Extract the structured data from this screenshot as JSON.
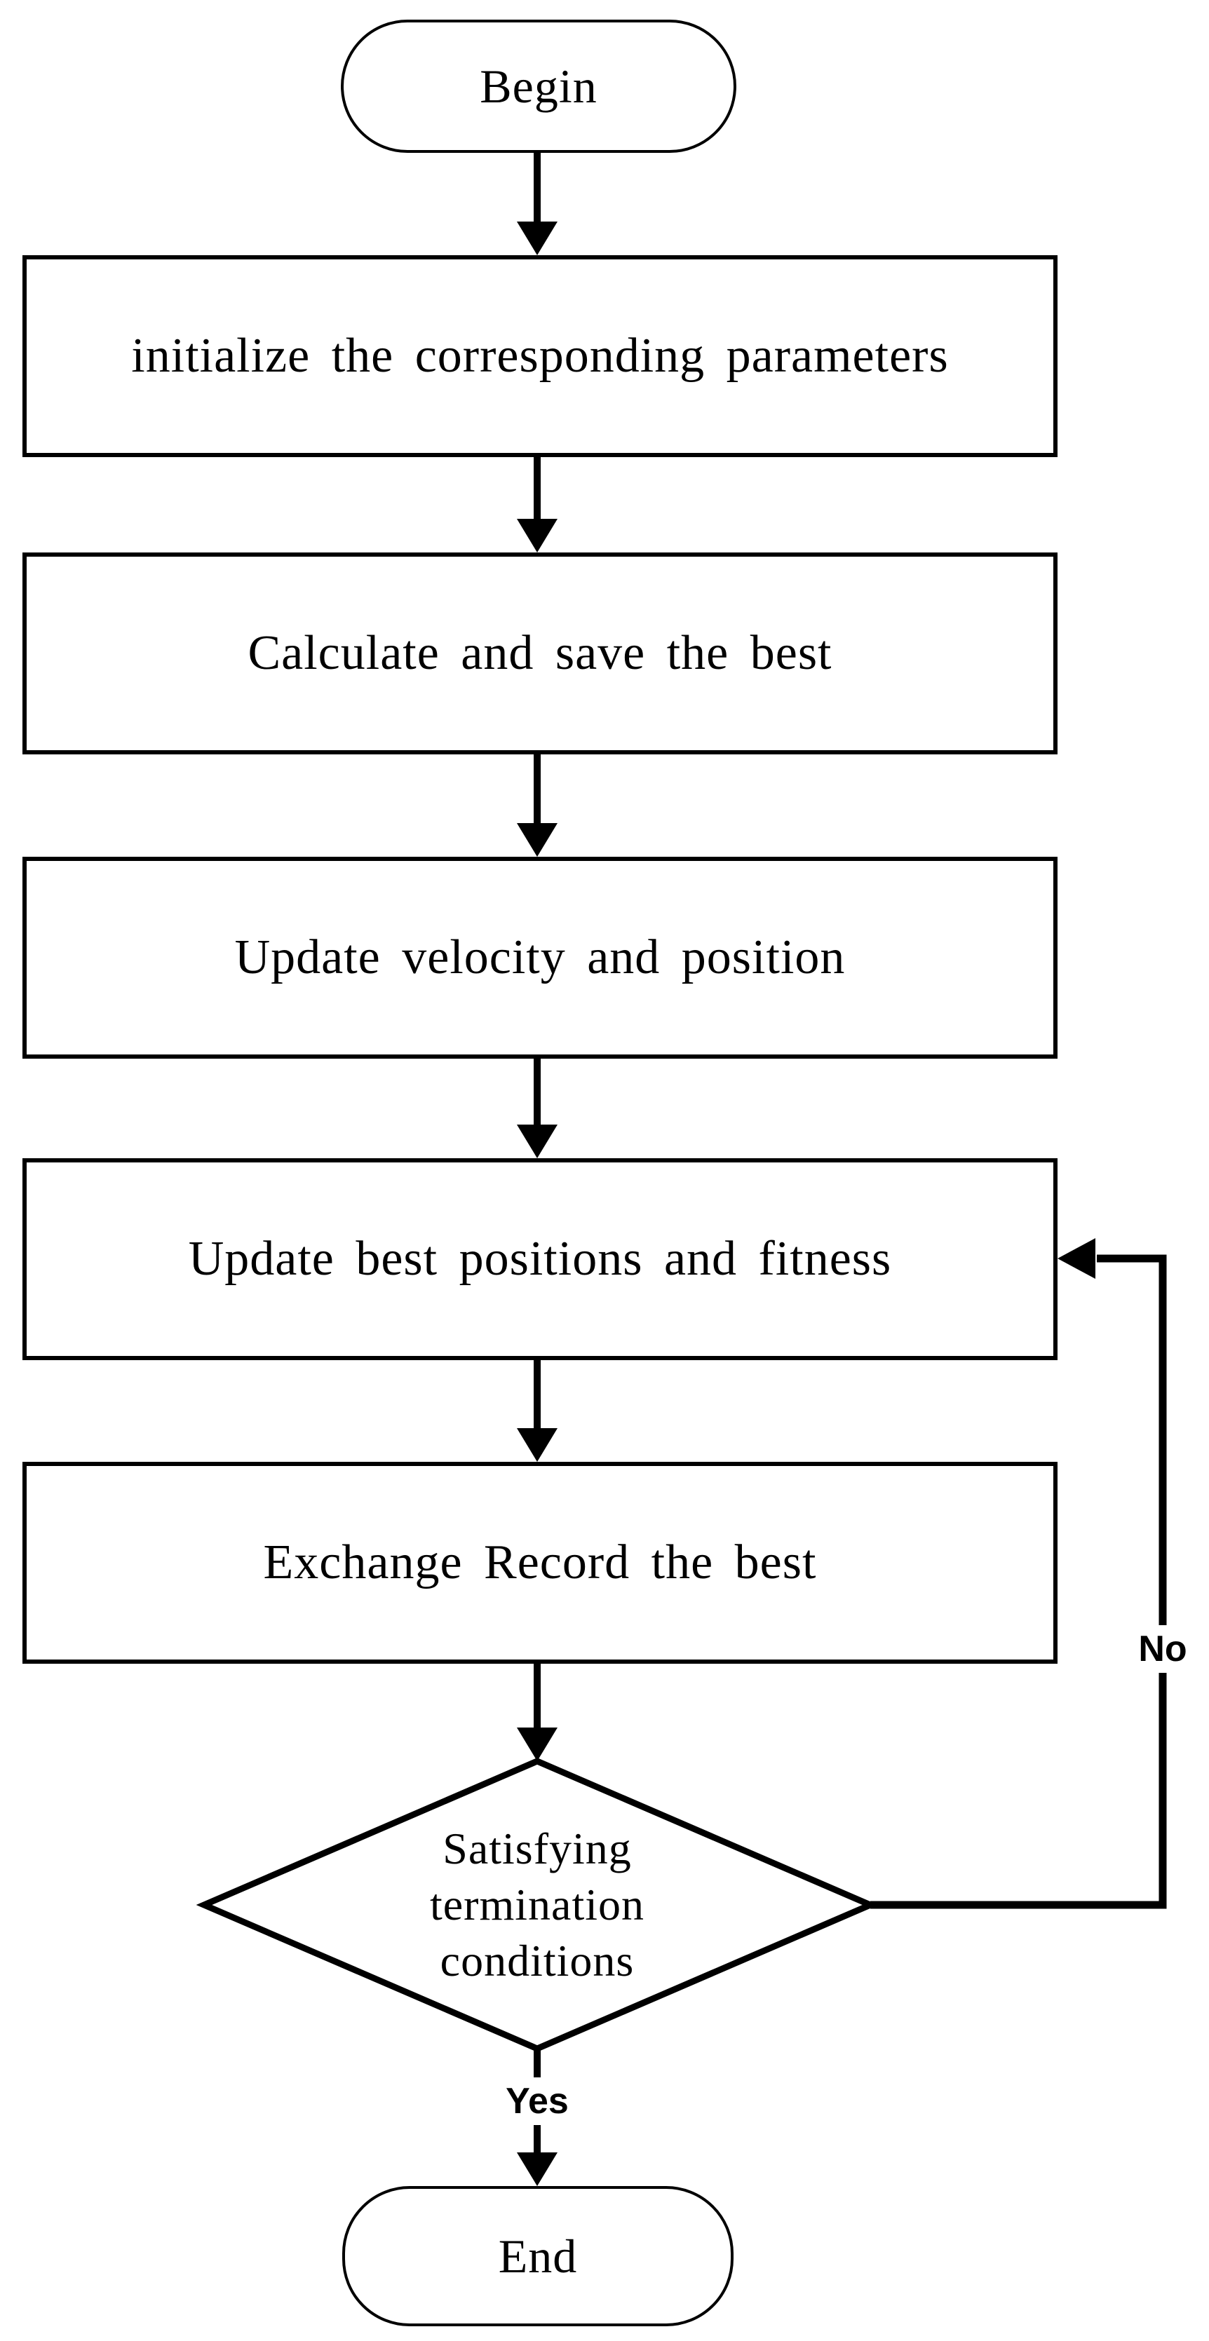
{
  "flowchart": {
    "colors": {
      "stroke": "#000000",
      "fill": "#ffffff",
      "text": "#000000"
    },
    "nodes": {
      "begin": {
        "shape": "stadium",
        "label": "Begin"
      },
      "init_params": {
        "shape": "process",
        "label": "initialize the corresponding parameters"
      },
      "calculate_save_best": {
        "shape": "process",
        "label": "Calculate and save the best"
      },
      "update_velocity_position": {
        "shape": "process",
        "label": "Update velocity and position"
      },
      "update_best_positions_fitness": {
        "shape": "process",
        "label": "Update best positions and fitness"
      },
      "exchange_record_best": {
        "shape": "process",
        "label": "Exchange Record the best"
      },
      "termination_check": {
        "shape": "decision",
        "label": "Satisfying termination conditions",
        "line1": "Satisfying",
        "line2": "termination",
        "line3": "conditions"
      },
      "end": {
        "shape": "stadium",
        "label": "End"
      }
    },
    "edge_labels": {
      "yes": "Yes",
      "no": "No"
    },
    "edges": [
      {
        "from": "begin",
        "to": "init_params",
        "label": ""
      },
      {
        "from": "init_params",
        "to": "calculate_save_best",
        "label": ""
      },
      {
        "from": "calculate_save_best",
        "to": "update_velocity_position",
        "label": ""
      },
      {
        "from": "update_velocity_position",
        "to": "update_best_positions_fitness",
        "label": ""
      },
      {
        "from": "update_best_positions_fitness",
        "to": "exchange_record_best",
        "label": ""
      },
      {
        "from": "exchange_record_best",
        "to": "termination_check",
        "label": ""
      },
      {
        "from": "termination_check",
        "to": "end",
        "label": "Yes"
      },
      {
        "from": "termination_check",
        "to": "update_best_positions_fitness",
        "label": "No"
      }
    ]
  }
}
